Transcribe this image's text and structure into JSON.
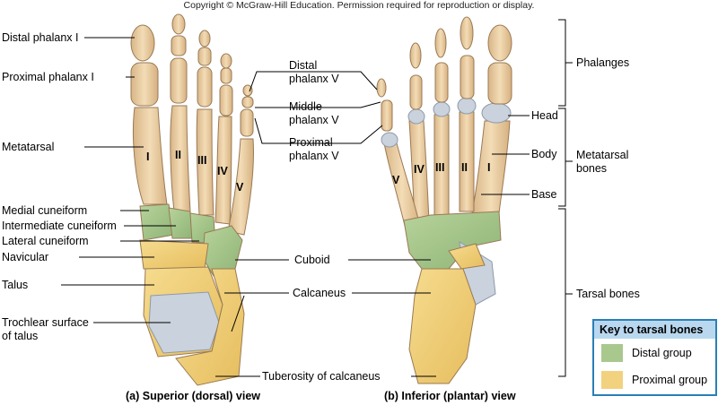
{
  "copyright": "Copyright © McGraw-Hill Education. Permission required for reproduction or display.",
  "labels_left": {
    "distal_phalanx_1": "Distal phalanx I",
    "proximal_phalanx_1": "Proximal phalanx I",
    "metatarsal": "Metatarsal",
    "medial_cuneiform": "Medial cuneiform",
    "intermediate_cuneiform": "Intermediate cuneiform",
    "lateral_cuneiform": "Lateral cuneiform",
    "navicular": "Navicular",
    "talus": "Talus",
    "trochlear_line1": "Trochlear surface",
    "trochlear_line2": "of talus"
  },
  "labels_center": {
    "distal_phalanx_5_l1": "Distal",
    "distal_phalanx_5_l2": "phalanx V",
    "middle_phalanx_5_l1": "Middle",
    "middle_phalanx_5_l2": "phalanx V",
    "proximal_phalanx_5_l1": "Proximal",
    "proximal_phalanx_5_l2": "phalanx V",
    "cuboid": "Cuboid",
    "calcaneus": "Calcaneus",
    "tuberosity": "Tuberosity of calcaneus"
  },
  "labels_right": {
    "head": "Head",
    "body": "Body",
    "base": "Base",
    "phalanges": "Phalanges",
    "metatarsal_bones_l1": "Metatarsal",
    "metatarsal_bones_l2": "bones",
    "tarsal_bones": "Tarsal bones"
  },
  "numerals_dorsal": [
    "I",
    "II",
    "III",
    "IV",
    "V"
  ],
  "numerals_plantar": [
    "V",
    "IV",
    "III",
    "II",
    "I"
  ],
  "captions": {
    "dorsal": "(a) Superior (dorsal) view",
    "plantar": "(b) Inferior (plantar) view"
  },
  "key": {
    "title": "Key to tarsal bones",
    "distal": "Distal group",
    "proximal": "Proximal group"
  },
  "colors": {
    "bone": "#ecd0a3",
    "distal_group": "#a9c88e",
    "proximal_group": "#f2d27f",
    "cartilage": "#c7d2de",
    "key_border": "#2a7fb5",
    "key_title_bg": "#b9d8ef"
  }
}
